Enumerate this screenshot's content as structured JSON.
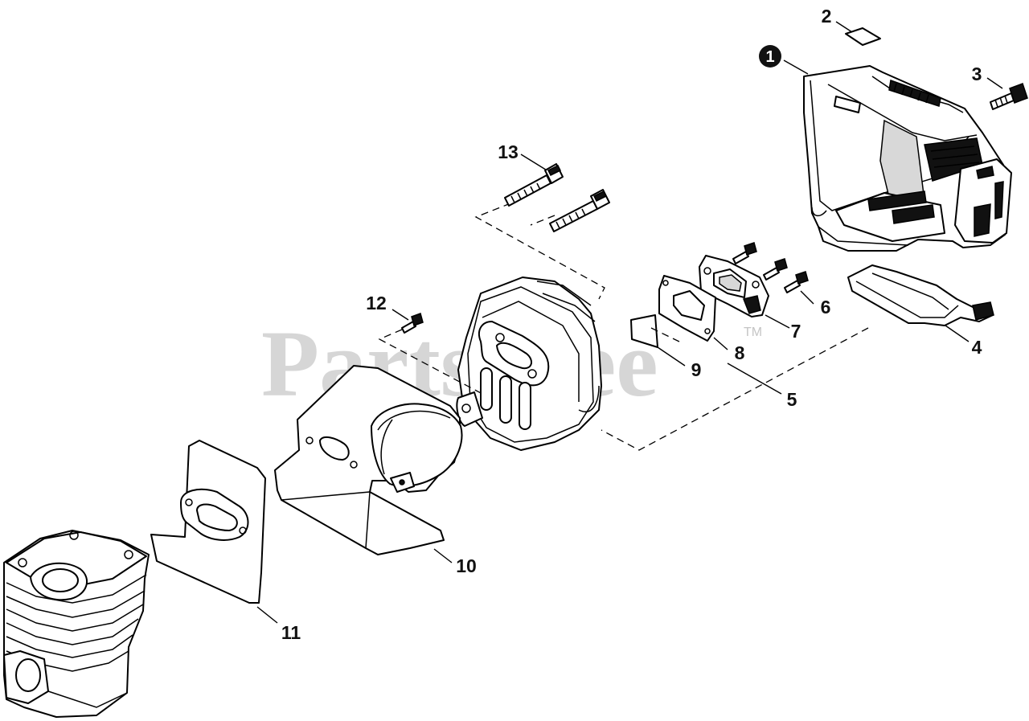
{
  "watermark": {
    "text": "PartsTree",
    "trademark": "TM"
  },
  "callouts": [
    {
      "id": "1",
      "label": "1",
      "circled": true
    },
    {
      "id": "2",
      "label": "2"
    },
    {
      "id": "3",
      "label": "3"
    },
    {
      "id": "4",
      "label": "4"
    },
    {
      "id": "5",
      "label": "5"
    },
    {
      "id": "6",
      "label": "6"
    },
    {
      "id": "7",
      "label": "7"
    },
    {
      "id": "8",
      "label": "8"
    },
    {
      "id": "9",
      "label": "9"
    },
    {
      "id": "10",
      "label": "10"
    },
    {
      "id": "11",
      "label": "11"
    },
    {
      "id": "12",
      "label": "12"
    },
    {
      "id": "13",
      "label": "13"
    }
  ]
}
